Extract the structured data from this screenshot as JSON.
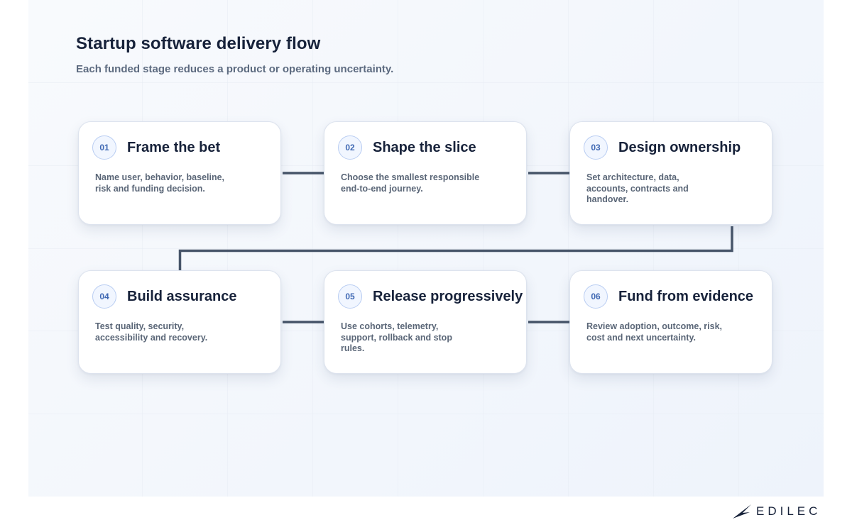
{
  "header": {
    "title": "Startup software delivery flow",
    "subtitle": "Each funded stage reduces a product or operating uncertainty."
  },
  "steps": [
    {
      "number": "01",
      "title": "Frame the bet",
      "description": "Name user, behavior, baseline, risk and funding decision."
    },
    {
      "number": "02",
      "title": "Shape the slice",
      "description": "Choose the smallest responsible end-to-end journey."
    },
    {
      "number": "03",
      "title": "Design ownership",
      "description": "Set architecture, data, accounts, contracts and handover."
    },
    {
      "number": "04",
      "title": "Build assurance",
      "description": "Test quality, security, accessibility and recovery."
    },
    {
      "number": "05",
      "title": "Release progressively",
      "description": "Use cohorts, telemetry, support, rollback and stop rules."
    },
    {
      "number": "06",
      "title": "Fund from evidence",
      "description": "Review adoption, outcome, risk, cost and next uncertainty."
    }
  ],
  "logo": {
    "text": "EDILEC",
    "icon": "edilec-wing-icon"
  },
  "colors": {
    "connector": "#475569",
    "badge_text": "#3f68b3",
    "title": "#17223a",
    "body_text": "#5a6677"
  }
}
